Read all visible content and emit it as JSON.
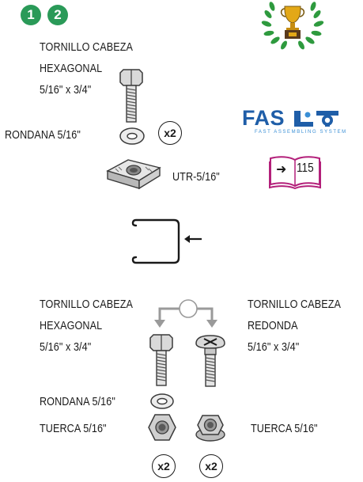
{
  "steps": [
    "1",
    "2"
  ],
  "top_section": {
    "hex_bolt_label": [
      "TORNILLO CABEZA",
      "HEXAGONAL",
      "5/16\" x 3/4\""
    ],
    "washer_label": "RONDANA 5/16\"",
    "quantity": "x2",
    "nut_label": "UTR-5/16\""
  },
  "brand": {
    "name": "FAS",
    "tagline": "FAST ASSEMBLING SYSTEM",
    "color": "#1f5ea8",
    "accent": "#3a8fd6"
  },
  "page_ref": {
    "arrow": "➜",
    "page": "115",
    "color": "#b3207a"
  },
  "bottom_section": {
    "hex_bolt_label": [
      "TORNILLO CABEZA",
      "HEXAGONAL",
      "5/16\" x 3/4\""
    ],
    "carriage_bolt_label": [
      "TORNILLO CABEZA",
      "REDONDA",
      "5/16\" x 3/4\""
    ],
    "washer_label": "RONDANA 5/16\"",
    "nut_left_label": "TUERCA 5/16\"",
    "nut_right_label": "TUERCA 5/16\"",
    "quantity_left": "x2",
    "quantity_right": "x2"
  },
  "icons": [
    "trophy-icon",
    "laurel-icon",
    "hex-bolt-icon",
    "washer-icon",
    "channel-nut-icon",
    "book-icon",
    "channel-profile-icon",
    "arrow-left-icon",
    "carriage-bolt-icon",
    "hex-nut-icon",
    "flange-nut-icon",
    "choice-arrows-icon"
  ]
}
